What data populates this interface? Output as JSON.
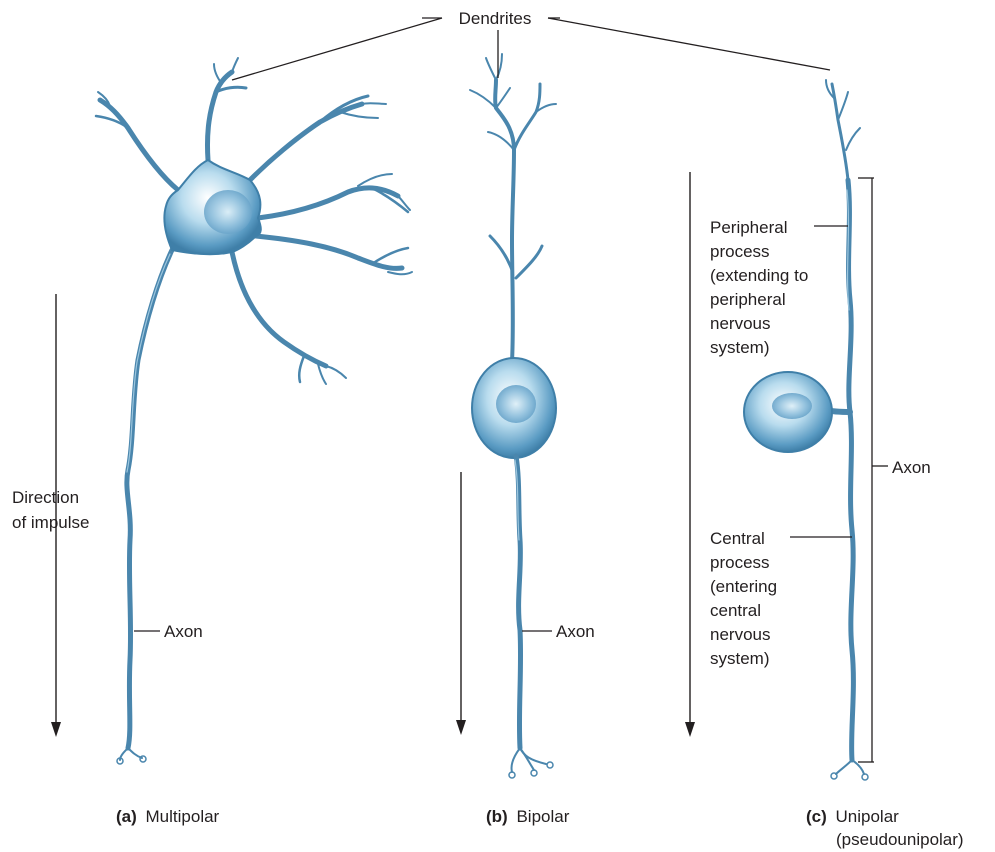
{
  "labels": {
    "dendrites": "Dendrites",
    "direction_line1": "Direction",
    "direction_line2": "of impulse",
    "axon_a": "Axon",
    "axon_b": "Axon",
    "axon_c": "Axon",
    "peripheral_process": [
      "Peripheral",
      "process",
      "(extending to",
      "peripheral",
      "nervous",
      "system)"
    ],
    "central_process": [
      "Central",
      "process",
      "(entering",
      "central",
      "nervous",
      "system)"
    ]
  },
  "captions": {
    "a": {
      "letter": "(a)",
      "name": "Multipolar"
    },
    "b": {
      "letter": "(b)",
      "name": "Bipolar"
    },
    "c": {
      "letter": "(c)",
      "name": "Unipolar",
      "extra": "(pseudounipolar)"
    }
  },
  "colors": {
    "neuron_stroke": "#4a86ad",
    "neuron_highlight": "#9cc6de",
    "soma_center": "#ffffff",
    "soma_mid": "#a9d0e6",
    "soma_edge": "#3f7fa8",
    "nucleus": "#6fa7cc",
    "text": "#231f20"
  }
}
